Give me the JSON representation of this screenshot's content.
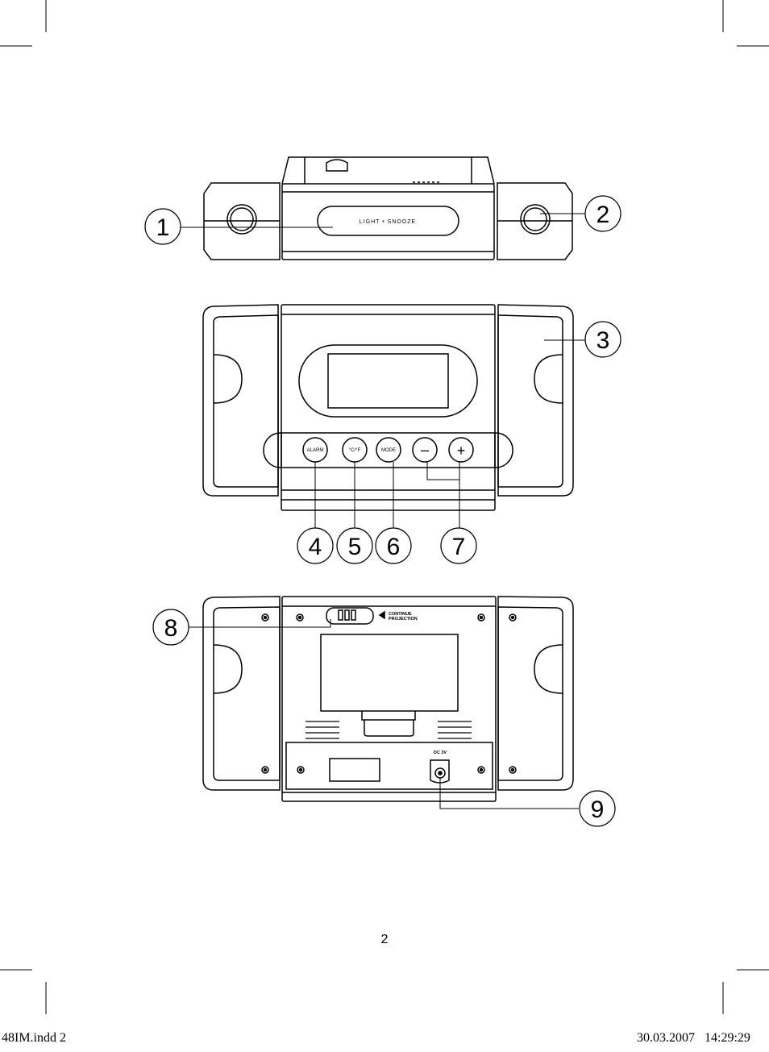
{
  "top_view": {
    "button_text": "LIGHT • SNOOZE"
  },
  "front_view": {
    "buttons": [
      {
        "label": "ALARM"
      },
      {
        "label": "°C/°F"
      },
      {
        "label": "MODE"
      },
      {
        "label": "–"
      },
      {
        "label": "+"
      }
    ]
  },
  "back_view": {
    "switch_label_line1": "CONTINUE",
    "switch_label_line2": "PROJECTION",
    "dc_label": "DC 3V"
  },
  "callouts": [
    "1",
    "2",
    "3",
    "4",
    "5",
    "6",
    "7",
    "8",
    "9"
  ],
  "page_number": "2",
  "footer": {
    "file": "48IM.indd   2",
    "timestamp": "30.03.2007   14:29:29"
  }
}
